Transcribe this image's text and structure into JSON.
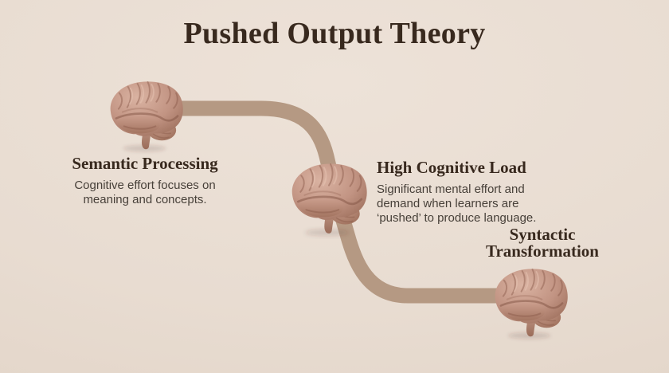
{
  "title": "Pushed Output Theory",
  "steps": [
    {
      "heading": "Semantic Processing",
      "description": "Cognitive effort focuses on meaning and concepts.",
      "icon": "brain-icon"
    },
    {
      "heading": "High Cognitive Load",
      "description": "Significant mental effort and demand when learners are ‘pushed’ to produce language.",
      "icon": "brain-icon"
    },
    {
      "heading": "Syntactic Transformation",
      "icon": "brain-icon"
    }
  ],
  "connector": {
    "shape": "s-curve",
    "color": "#b59983"
  },
  "colors": {
    "background": "#e8dcd1",
    "title_text": "#38291e",
    "heading_text": "#38291e",
    "body_text": "#474039",
    "brain_base": "#c29483",
    "brain_highlight": "#dab3a2",
    "brain_shadow": "#9a6c59"
  }
}
